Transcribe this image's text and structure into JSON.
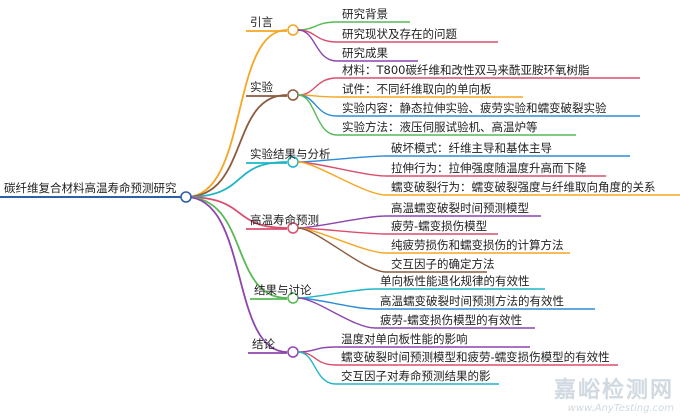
{
  "root": "碳纤维复合材料高温寿命预测研究",
  "branches": [
    {
      "label": "引言",
      "color": "#f5a623",
      "children": [
        {
          "label": "研究背景",
          "color": "#59b957"
        },
        {
          "label": "研究现状及存在的问题",
          "color": "#d94f6e"
        },
        {
          "label": "研究成果",
          "color": "#8e44ad"
        }
      ]
    },
    {
      "label": "实验",
      "color": "#8b5a3c",
      "children": [
        {
          "label": "材料：T800碳纤维和改性双马来酰亚胺环氧树脂",
          "color": "#d94f6e"
        },
        {
          "label": "试件：不同纤维取向的单向板",
          "color": "#f5a623"
        },
        {
          "label": "实验内容：静态拉伸实验、疲劳实验和蠕变破裂实验",
          "color": "#2e8bd8"
        },
        {
          "label": "实验方法：液压伺服试验机、高温炉等",
          "color": "#59b957"
        }
      ]
    },
    {
      "label": "实验结果与分析",
      "color": "#1fb5c7",
      "children": [
        {
          "label": "破坏模式：纤维主导和基体主导",
          "color": "#2e8bd8"
        },
        {
          "label": "拉伸行为：拉伸强度随温度升高而下降",
          "color": "#d94f6e"
        },
        {
          "label": "蠕变破裂行为：蠕变破裂强度与纤维取向角度的关系",
          "color": "#f5a623"
        }
      ]
    },
    {
      "label": "高温寿命预测",
      "color": "#d94f6e",
      "children": [
        {
          "label": "高温蠕变破裂时间预测模型",
          "color": "#8e44ad"
        },
        {
          "label": "疲劳-蠕变损伤模型",
          "color": "#d94f6e"
        },
        {
          "label": "纯疲劳损伤和蠕变损伤的计算方法",
          "color": "#f5a623"
        },
        {
          "label": "交互因子的确定方法",
          "color": "#8b5a3c"
        }
      ]
    },
    {
      "label": "结果与讨论",
      "color": "#59b957",
      "children": [
        {
          "label": "单向板性能退化规律的有效性",
          "color": "#1fb5c7"
        },
        {
          "label": "高温蠕变破裂时间预测方法的有效性",
          "color": "#2e8bd8"
        },
        {
          "label": "疲劳-蠕变损伤模型的有效性",
          "color": "#8e44ad"
        }
      ]
    },
    {
      "label": "结论",
      "color": "#8e44ad",
      "children": [
        {
          "label": "温度对单向板性能的影响",
          "color": "#8e44ad"
        },
        {
          "label": "蠕变破裂时间预测模型和疲劳-蠕变损伤模型的有效性",
          "color": "#d94f6e"
        },
        {
          "label": "交互因子对寿命预测结果的影",
          "color": "#1fb5c7"
        }
      ]
    }
  ],
  "watermark": {
    "text": "嘉峪检测网",
    "url": "www.AnyTesting.com"
  }
}
